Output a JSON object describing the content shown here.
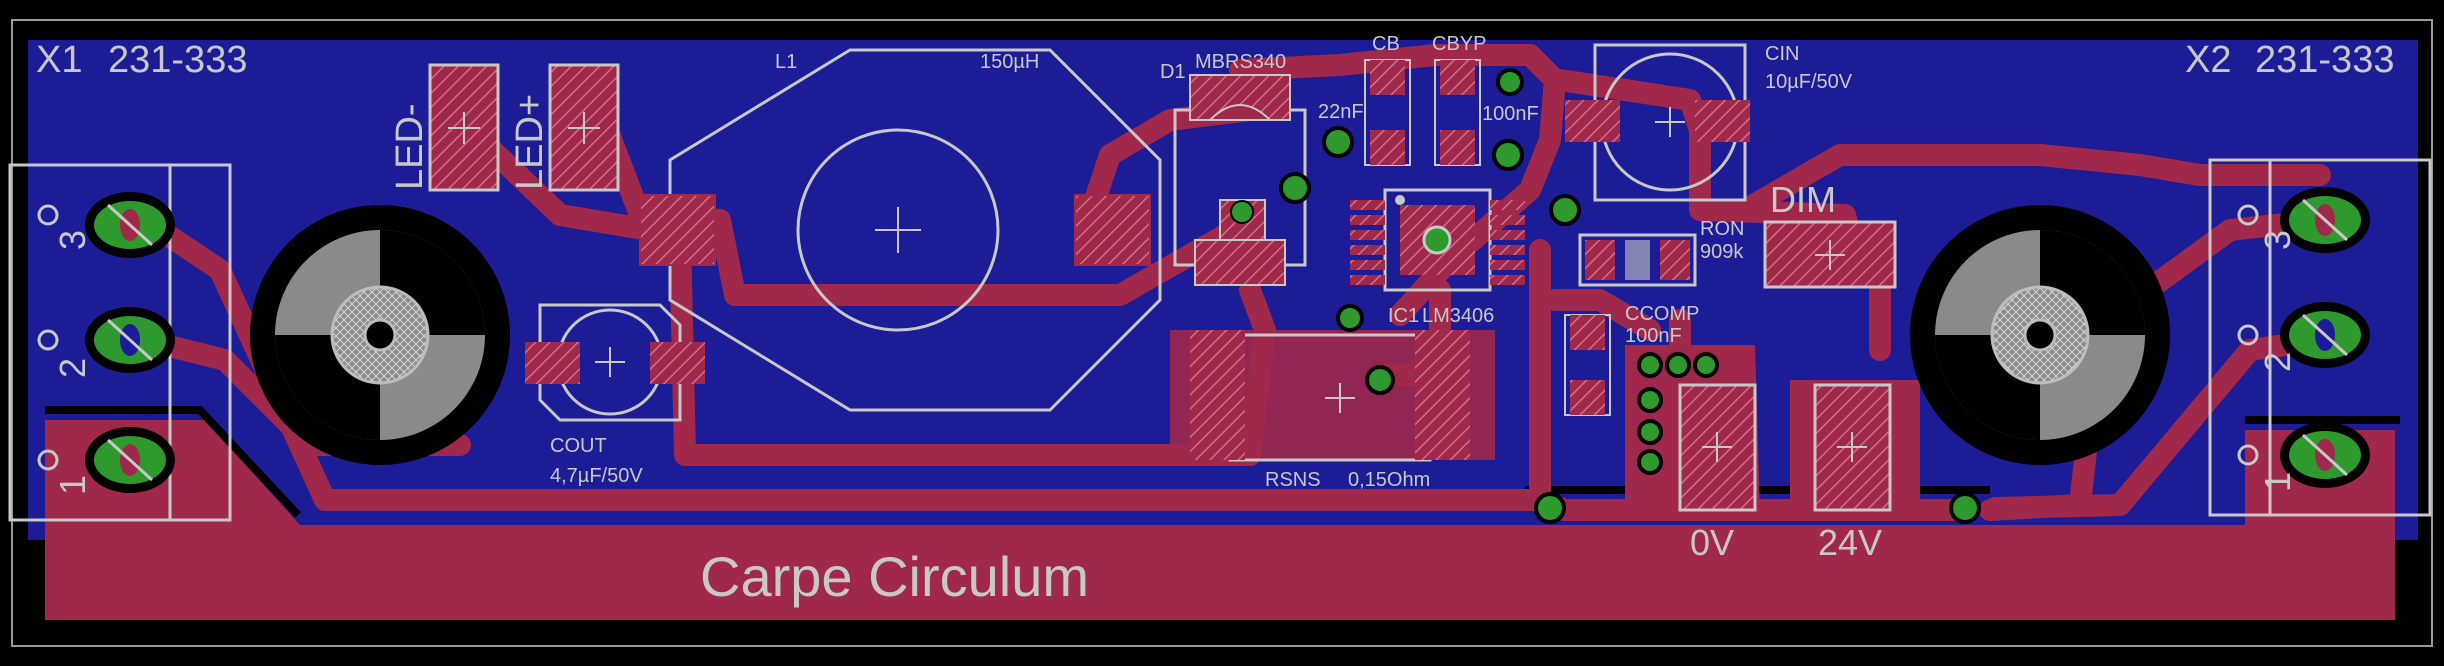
{
  "board": {
    "colors": {
      "background": "#000000",
      "copper_bottom": "#1c1c96",
      "copper_top": "#a0284a",
      "silkscreen": "#c8c8c8",
      "via": "#2e9a2e",
      "outline": "#bdbdbd"
    },
    "title": "Carpe Circulum",
    "connectors": {
      "x1": {
        "ref": "X1",
        "part": "231-333",
        "pins": [
          "1",
          "2",
          "3"
        ]
      },
      "x2": {
        "ref": "X2",
        "part": "231-333",
        "pins": [
          "1",
          "2",
          "3"
        ]
      }
    },
    "pads": {
      "led_minus": "LED-",
      "led_plus": "LED+",
      "dim": "DIM",
      "gnd": "0V",
      "vin": "24V"
    },
    "components": {
      "l1": {
        "ref": "L1",
        "value": "150µH"
      },
      "d1": {
        "ref": "D1",
        "value": "MBRS340"
      },
      "cb": {
        "ref": "CB",
        "value": "22nF"
      },
      "cbyp": {
        "ref": "CBYP",
        "value": "100nF"
      },
      "cin": {
        "ref": "CIN",
        "value": "10µF/50V"
      },
      "cout": {
        "ref": "COUT",
        "value": "4,7µF/50V"
      },
      "ic1": {
        "ref": "IC1",
        "value": "LM3406"
      },
      "ron": {
        "ref": "RON",
        "value": "909k"
      },
      "ccomp": {
        "ref": "CCOMP",
        "value": "100nF"
      },
      "rsns": {
        "ref": "RSNS",
        "value": "0,15Ohm"
      }
    }
  }
}
